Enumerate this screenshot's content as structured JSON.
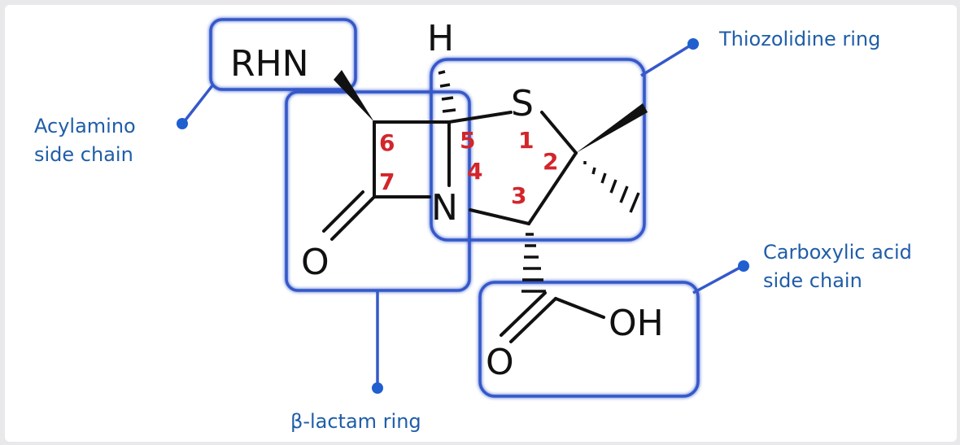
{
  "structure": {
    "atoms": {
      "rhn": "RHN",
      "h": "H",
      "s": "S",
      "n": "N",
      "o_lactam": "O",
      "oh": "OH",
      "o_carboxyl": "O"
    },
    "ring_numbers": [
      "1",
      "2",
      "3",
      "4",
      "5",
      "6",
      "7"
    ]
  },
  "labels": {
    "acylamino_line1": "Acylamino",
    "acylamino_line2": "side chain",
    "thiozolidine": "Thiozolidine ring",
    "carboxylic_line1": "Carboxylic acid",
    "carboxylic_line2": "side chain",
    "beta_lactam": "β-lactam ring"
  },
  "colors": {
    "box_blue": "#3558c9",
    "label_blue": "#1f5da8",
    "ring_number_red": "#d2262b",
    "bond_black": "#111111",
    "background": "#ffffff"
  }
}
